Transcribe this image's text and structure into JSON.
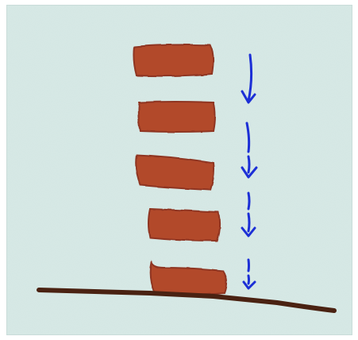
{
  "scene": {
    "title": "",
    "colors": {
      "background": "#d3e6e3",
      "brick": "#b24a2c",
      "brick_edge": "#8f3520",
      "ground": "#4a2212",
      "arrow": "#1c2fd6"
    },
    "bricks_count": 5,
    "arrows_count": 4,
    "icons": [
      "brick-shape",
      "down-arrow-icon",
      "ground-line"
    ]
  }
}
